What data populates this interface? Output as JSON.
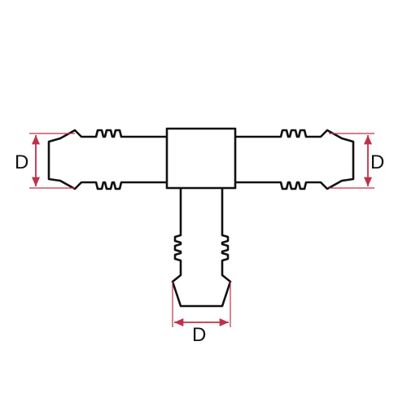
{
  "diagram": {
    "dimension_labels": {
      "left": "D",
      "right": "D",
      "bottom": "D"
    },
    "colors": {
      "outline": "#111111",
      "dimension": "#c0304a",
      "background": "#ffffff"
    }
  }
}
